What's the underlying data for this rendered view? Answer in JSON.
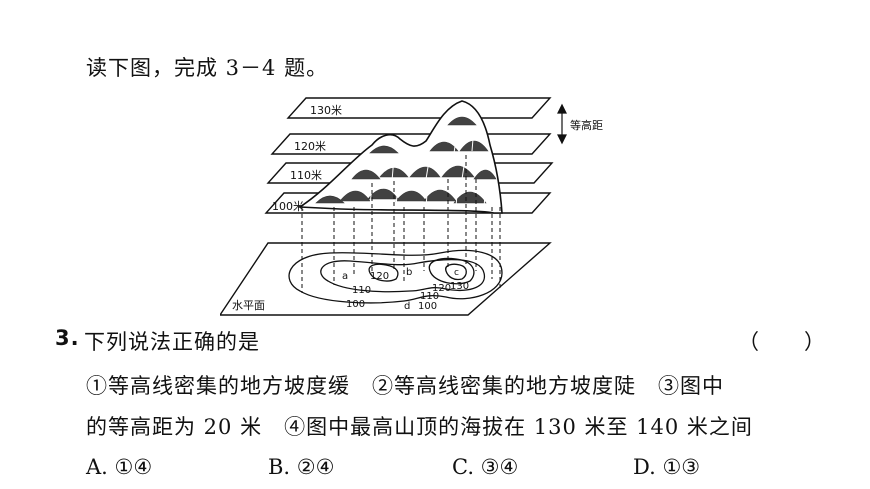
{
  "intro": "读下图，完成 3－4 题。",
  "figure": {
    "plane_labels": [
      "130米",
      "120米",
      "110米",
      "100米"
    ],
    "interval_label": "等高距",
    "base_label": "水平面",
    "contour_labels": [
      "120",
      "110",
      "100",
      "110",
      "100",
      "120",
      "130"
    ],
    "point_labels": [
      "a",
      "b",
      "c",
      "d"
    ]
  },
  "question": {
    "number": "3.",
    "stem": "下列说法正确的是",
    "paren": "（　　）",
    "options_line1": "①等高线密集的地方坡度缓　②等高线密集的地方坡度陡　③图中",
    "options_line2": "的等高距为 20 米　④图中最高山顶的海拔在 130 米至 140 米之间",
    "choices": [
      "A. ①④",
      "B. ②④",
      "C. ③④",
      "D. ①③"
    ]
  }
}
